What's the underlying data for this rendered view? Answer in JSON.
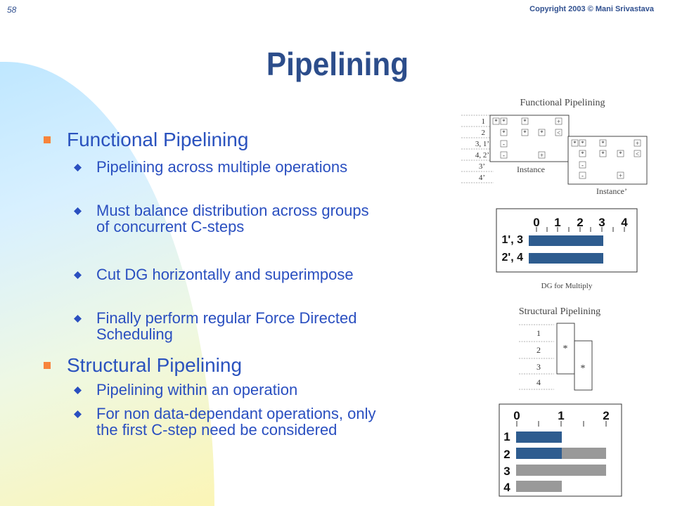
{
  "slide": {
    "number": "58",
    "copyright": "Copyright 2003 © Mani Srivastava",
    "title": "Pipelining"
  },
  "bullets": [
    {
      "text": "Functional Pipelining",
      "subs": [
        "Pipelining across multiple operations",
        "Must balance distribution across groups of concurrent C-steps",
        "Cut DG horizontally and superimpose",
        "Finally perform regular Force Directed Scheduling"
      ]
    },
    {
      "text": "Structural Pipelining",
      "subs": [
        "Pipelining within an operation",
        "For non data-dependant operations, only the first C-step need be considered"
      ]
    }
  ],
  "fig_functional": {
    "title": "Functional Pipelining",
    "steps": [
      "1",
      "2",
      "3, 1’",
      "4, 2’",
      "3’",
      "4’"
    ],
    "instance_label": "Instance",
    "instance2_label": "Instance’"
  },
  "fig_dg": {
    "ticks": [
      "0",
      "1",
      "2",
      "3",
      "4"
    ],
    "rows": [
      "1', 3",
      "2', 4"
    ],
    "caption": "DG for Multiply"
  },
  "fig_structural": {
    "title": "Structural Pipelining",
    "steps": [
      "1",
      "2",
      "3",
      "4"
    ],
    "op": "*"
  },
  "fig_bottom": {
    "ticks": [
      "0",
      "1",
      "2"
    ],
    "rows": [
      "1",
      "2",
      "3",
      "4"
    ]
  },
  "colors": {
    "title": "#2c4d8b",
    "bullet_text": "#2a52be",
    "bullet_marker": "#f7843c",
    "bar_blue": "#2e5c8f",
    "bar_gray": "#999999"
  }
}
